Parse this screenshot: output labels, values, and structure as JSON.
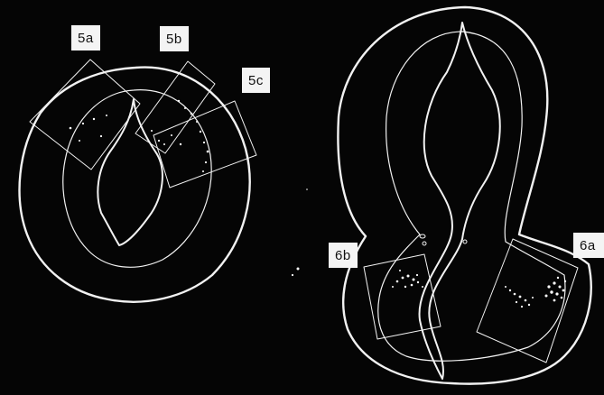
{
  "figure": {
    "background": "#050505",
    "stroke_color": "#f2f2f2",
    "label_background": "#f4f4f4",
    "labels": {
      "l5a": "5a",
      "l5b": "5b",
      "l5c": "5c",
      "l6b": "6b",
      "l6a": "6a"
    }
  }
}
